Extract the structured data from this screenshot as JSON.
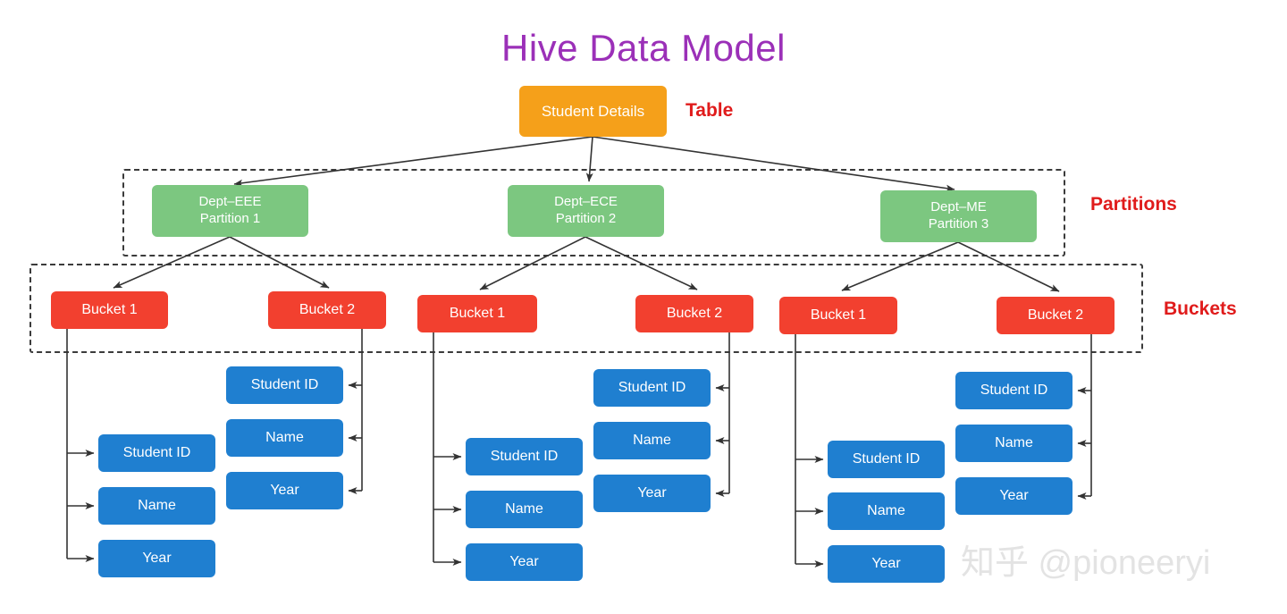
{
  "title": "Hive Data Model",
  "watermark": "知乎 @pioneeryi",
  "colors": {
    "title": "#9B30B8",
    "table": "#F5A01A",
    "partition": "#7CC780",
    "bucket": "#F2402F",
    "field": "#1F7FD0",
    "label": "#E01B1B",
    "line": "#333333",
    "dashed_border": "#3b3b3b",
    "background": "#FFFFFF"
  },
  "side_labels": {
    "table": "Table",
    "partitions": "Partitions",
    "buckets": "Buckets"
  },
  "table_node": {
    "label": "Student Details"
  },
  "partitions": [
    {
      "label": "Dept–EEE\nPartition 1",
      "dept": "Dept–EEE",
      "name": "Partition 1"
    },
    {
      "label": "Dept–ECE\nPartition 2",
      "dept": "Dept–ECE",
      "name": "Partition 2"
    },
    {
      "label": "Dept–ME\nPartition 3",
      "dept": "Dept–ME",
      "name": "Partition 3"
    }
  ],
  "buckets": [
    {
      "label": "Bucket 1",
      "partition": "Partition 1"
    },
    {
      "label": "Bucket 2",
      "partition": "Partition 1"
    },
    {
      "label": "Bucket 1",
      "partition": "Partition 2"
    },
    {
      "label": "Bucket 2",
      "partition": "Partition 2"
    },
    {
      "label": "Bucket 1",
      "partition": "Partition 3"
    },
    {
      "label": "Bucket 2",
      "partition": "Partition 3"
    }
  ],
  "fields": {
    "student_id": "Student ID",
    "name": "Name",
    "year": "Year"
  },
  "field_groups": [
    {
      "bucket": "Bucket 1",
      "partition": "Partition 1",
      "items": [
        "Student ID",
        "Name",
        "Year"
      ]
    },
    {
      "bucket": "Bucket 2",
      "partition": "Partition 1",
      "items": [
        "Student ID",
        "Name",
        "Year"
      ]
    },
    {
      "bucket": "Bucket 1",
      "partition": "Partition 2",
      "items": [
        "Student ID",
        "Name",
        "Year"
      ]
    },
    {
      "bucket": "Bucket 2",
      "partition": "Partition 2",
      "items": [
        "Student ID",
        "Name",
        "Year"
      ]
    },
    {
      "bucket": "Bucket 1",
      "partition": "Partition 3",
      "items": [
        "Student ID",
        "Name",
        "Year"
      ]
    },
    {
      "bucket": "Bucket 2",
      "partition": "Partition 3",
      "items": [
        "Student ID",
        "Name",
        "Year"
      ]
    }
  ]
}
